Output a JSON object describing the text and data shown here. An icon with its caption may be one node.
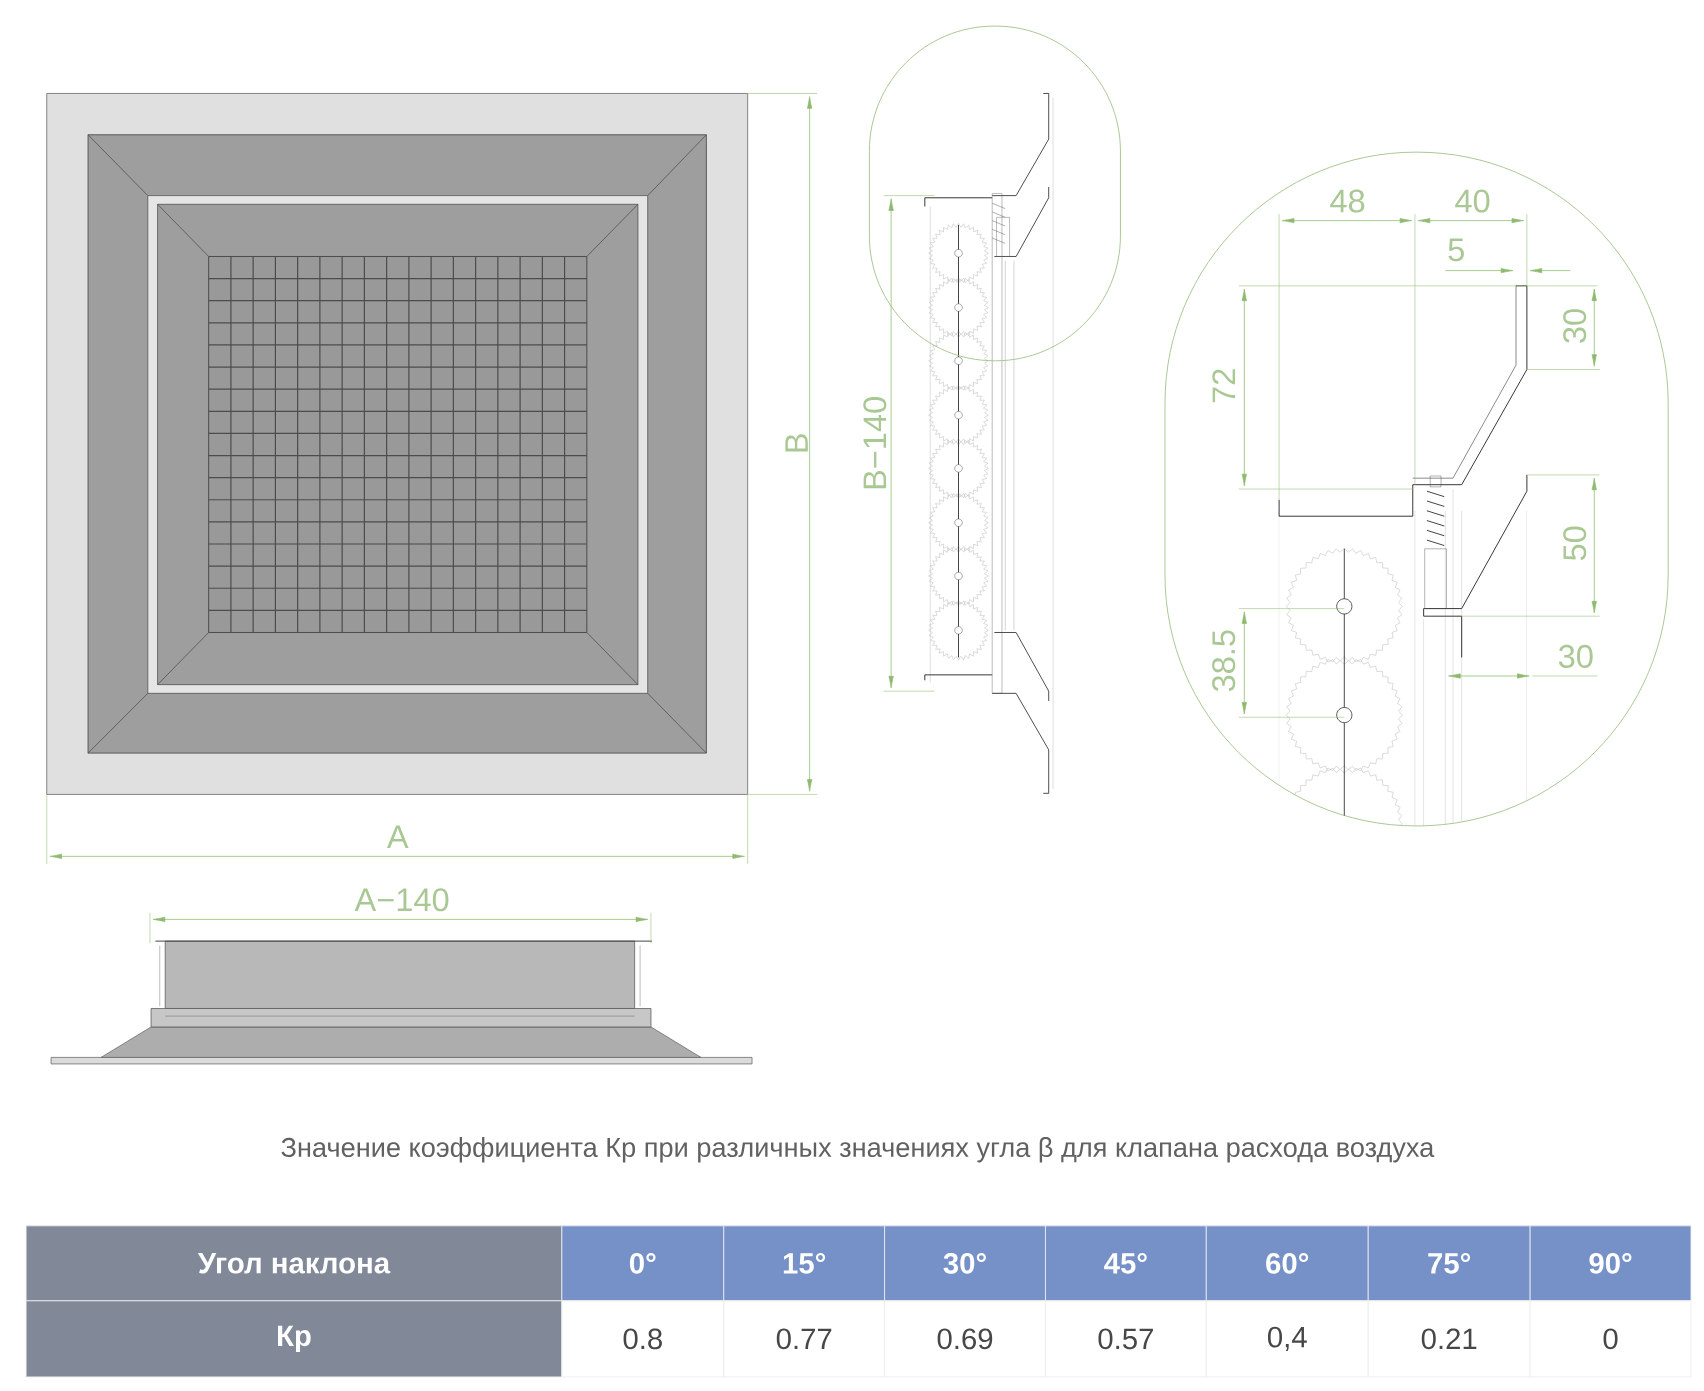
{
  "diagram": {
    "caption": "Значение коэффициента Кр при различных значениях угла β для клапана расхода воздуха",
    "labels": [
      "B",
      "A",
      "A−140",
      "B−140",
      "48",
      "40",
      "5",
      "72",
      "30",
      "50",
      "38.5",
      "30",
      "Угол наклона",
      "0°",
      "15°",
      "30°",
      "45°",
      "60°",
      "75°",
      "90°",
      "Кр",
      "0.8",
      "0.77",
      "0.69",
      "0.57",
      "0,4",
      "0.21",
      "0"
    ]
  }
}
